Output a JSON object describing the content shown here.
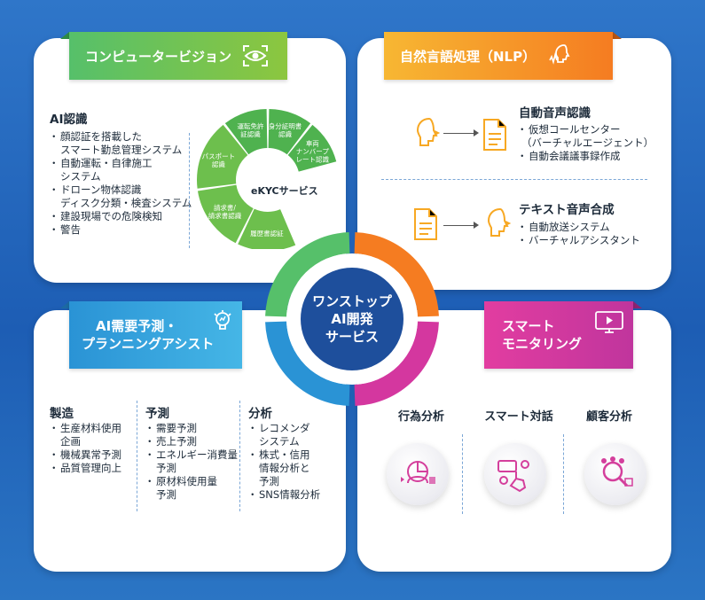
{
  "hub": {
    "line1": "ワンストップ",
    "line2": "AI開発",
    "line3": "サービス"
  },
  "cv": {
    "title": "コンピュータービジョン",
    "section": "AI認識",
    "items": [
      "顔認証を搭載した",
      "自動運転・自律施工",
      "ドローン物体認識",
      "建設現場での危険検知",
      "警告"
    ],
    "items_sub": [
      "スマート勤怠管理システム",
      "システム",
      "ディスク分類・検査システム"
    ],
    "ring_center": "eKYCサービス",
    "ring_segments": [
      "運転免許\n証認識",
      "身分証明書\n認識",
      "車両\nナンバープ\nレート認識",
      "履歴書認証",
      "請求書/\n請求書認識",
      "パスポート\n認識"
    ]
  },
  "nlp": {
    "title": "自然言語処理（NLP）",
    "asr_title": "自動音声認識",
    "asr_items": [
      "仮想コールセンター",
      "自動会議議事録作成"
    ],
    "asr_sub": "（バーチャルエージェント）",
    "tts_title": "テキスト音声合成",
    "tts_items": [
      "自動放送システム",
      "バーチャルアシスタント"
    ]
  },
  "ai": {
    "title_line1": "AI需要予測・",
    "title_line2": "プランニングアシスト",
    "col1_title": "製造",
    "col1_items": [
      "生産材料使用",
      "機械異常予測",
      "品質管理向上"
    ],
    "col1_sub": "企画",
    "col2_title": "予測",
    "col2_items": [
      "需要予測",
      "売上予測",
      "エネルギー消費量",
      "原材料使用量"
    ],
    "col2_sub1": "予測",
    "col2_sub2": "予測",
    "col3_title": "分析",
    "col3_items": [
      "レコメンダ",
      "株式・信用",
      "SNS情報分析"
    ],
    "col3_sub1": "システム",
    "col3_sub2": "情報分析と",
    "col3_sub3": "予測"
  },
  "sm": {
    "title_line1": "スマート",
    "title_line2": "モニタリング",
    "cols": [
      "行為分析",
      "スマート対話",
      "顧客分析"
    ]
  },
  "colors": {
    "green": "#56c06a",
    "orange": "#f57c21",
    "blue": "#2a93d5",
    "magenta": "#d4379f",
    "navy": "#1e4f9c"
  }
}
